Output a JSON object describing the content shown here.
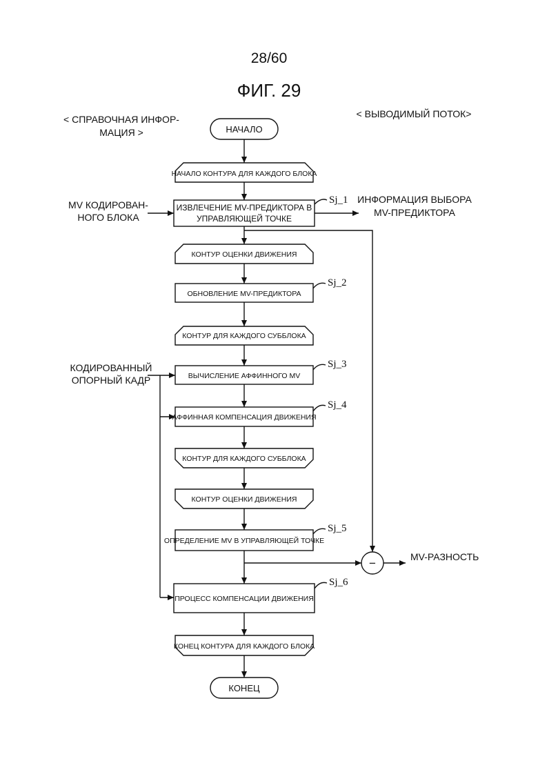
{
  "header": {
    "page_number": "28/60",
    "figure_title": "ФИГ. 29"
  },
  "side_labels": {
    "reference_info_line1": "< СПРАВОЧНАЯ ИНФОР-",
    "reference_info_line2": "МАЦИЯ >",
    "output_stream": "< ВЫВОДИМЫЙ ПОТОК>",
    "coded_block_mv_line1": "MV КОДИРОВАН-",
    "coded_block_mv_line2": "НОГО БЛОКА",
    "predictor_info_line1": "ИНФОРМАЦИЯ ВЫБОРА",
    "predictor_info_line2": "MV-ПРЕДИКТОРА",
    "ref_frame_line1": "КОДИРОВАННЫЙ",
    "ref_frame_line2": "ОПОРНЫЙ КАДР",
    "mv_difference": "MV-РАЗНОСТЬ",
    "minus_symbol": "−"
  },
  "flow": {
    "start": "НАЧАЛО",
    "loop_block_start": "НАЧАЛО КОНТУРА ДЛЯ КАЖДОГО БЛОКА",
    "extract_line1": "ИЗВЛЕЧЕНИЕ MV-ПРЕДИКТОРА В",
    "extract_line2": "УПРАВЛЯЮЩЕЙ ТОЧКЕ",
    "me_loop_start": "КОНТУР ОЦЕНКИ ДВИЖЕНИЯ",
    "update_predictor": "ОБНОВЛЕНИЕ MV-ПРЕДИКТОРА",
    "subblock_loop_start": "КОНТУР ДЛЯ КАЖДОГО СУББЛОКА",
    "affine_mv": "ВЫЧИСЛЕНИЕ АФФИННОГО MV",
    "affine_comp": "АФФИННАЯ КОМПЕНСАЦИЯ ДВИЖЕНИЯ",
    "subblock_loop_end": "КОНТУР ДЛЯ КАЖДОГО СУББЛОКА",
    "me_loop_end": "КОНТУР ОЦЕНКИ ДВИЖЕНИЯ",
    "determine_mv": "ОПРЕДЕЛЕНИЕ MV В УПРАВЛЯЮЩЕЙ ТОЧКЕ",
    "mc_process": "ПРОЦЕСС КОМПЕНСАЦИИ ДВИЖЕНИЯ",
    "loop_block_end": "КОНЕЦ КОНТУРА ДЛЯ КАЖДОГО БЛОКА",
    "end": "КОНЕЦ"
  },
  "step_tags": {
    "sj1": "Sj_1",
    "sj2": "Sj_2",
    "sj3": "Sj_3",
    "sj4": "Sj_4",
    "sj5": "Sj_5",
    "sj6": "Sj_6"
  }
}
